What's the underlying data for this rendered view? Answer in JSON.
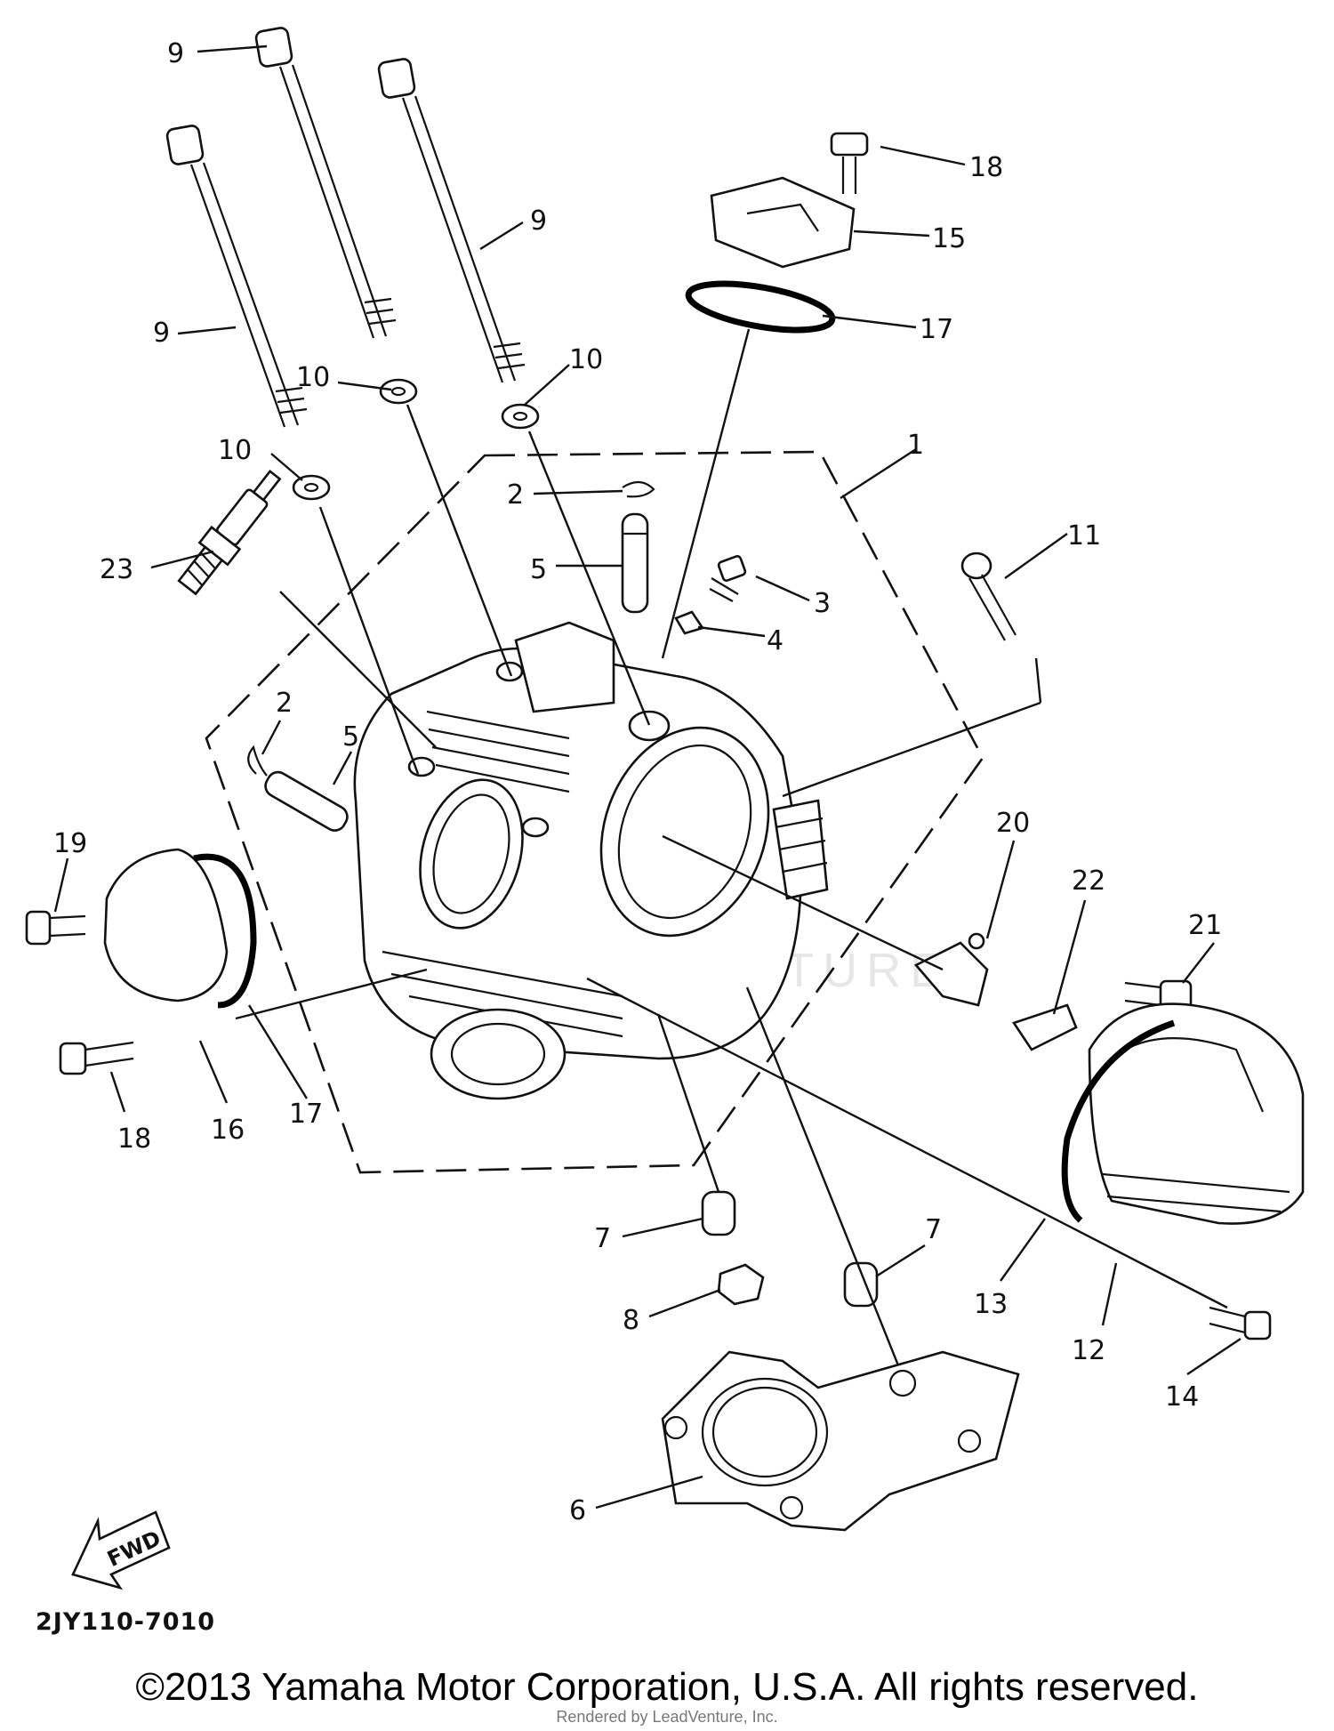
{
  "diagram": {
    "callouts": [
      "1",
      "2",
      "3",
      "4",
      "5",
      "6",
      "7",
      "8",
      "9",
      "10",
      "11",
      "12",
      "13",
      "14",
      "15",
      "16",
      "17",
      "18",
      "19",
      "20",
      "21",
      "22",
      "23"
    ],
    "fwd_arrow_text": "FWD",
    "diagram_code": "2JY110-7010",
    "watermark": "LEADVENTURE"
  },
  "footer": {
    "copyright": "©2013 Yamaha Motor Corporation, U.S.A. All rights reserved.",
    "render_credit": "Rendered by LeadVenture, Inc."
  }
}
